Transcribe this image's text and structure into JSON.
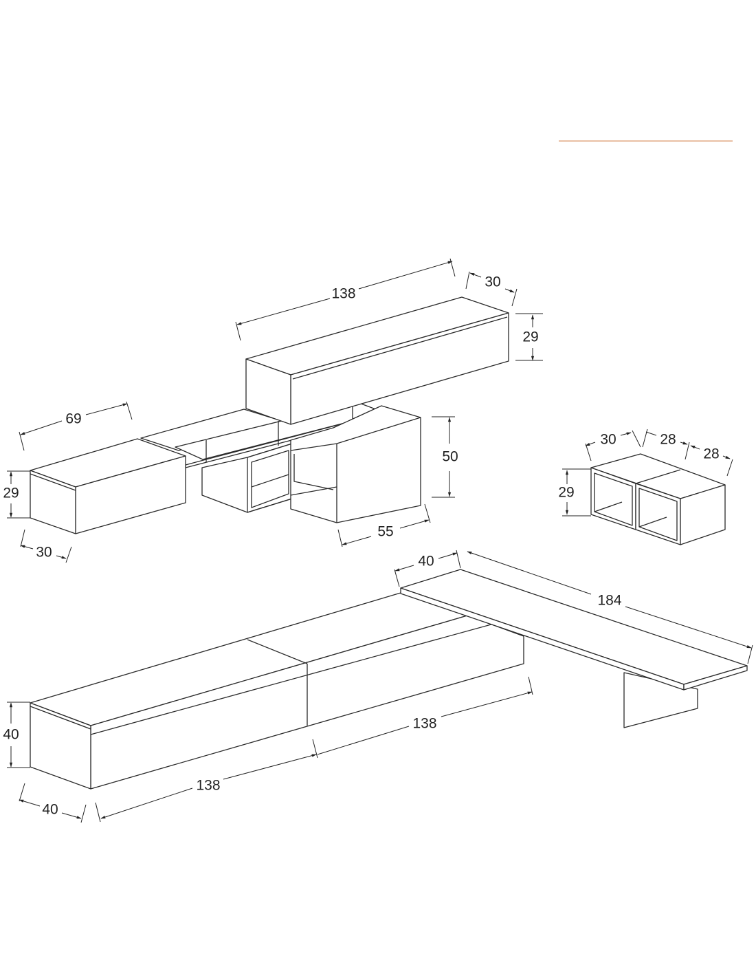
{
  "accent_color": "#e9bfa3",
  "wall_unit": {
    "top_cabinet": {
      "width": "138",
      "depth": "30",
      "height": "29"
    },
    "left_cabinet": {
      "width": "69",
      "depth": "30",
      "height": "29"
    },
    "column_unit": {
      "width": "55",
      "height": "50"
    }
  },
  "cube_set": {
    "depth": "30",
    "width_a": "28",
    "width_b": "28",
    "height": "29"
  },
  "sideboard": {
    "depth": "40",
    "height": "40",
    "width_left": "138",
    "width_right": "138"
  },
  "desk": {
    "depth": "40",
    "length": "184"
  }
}
